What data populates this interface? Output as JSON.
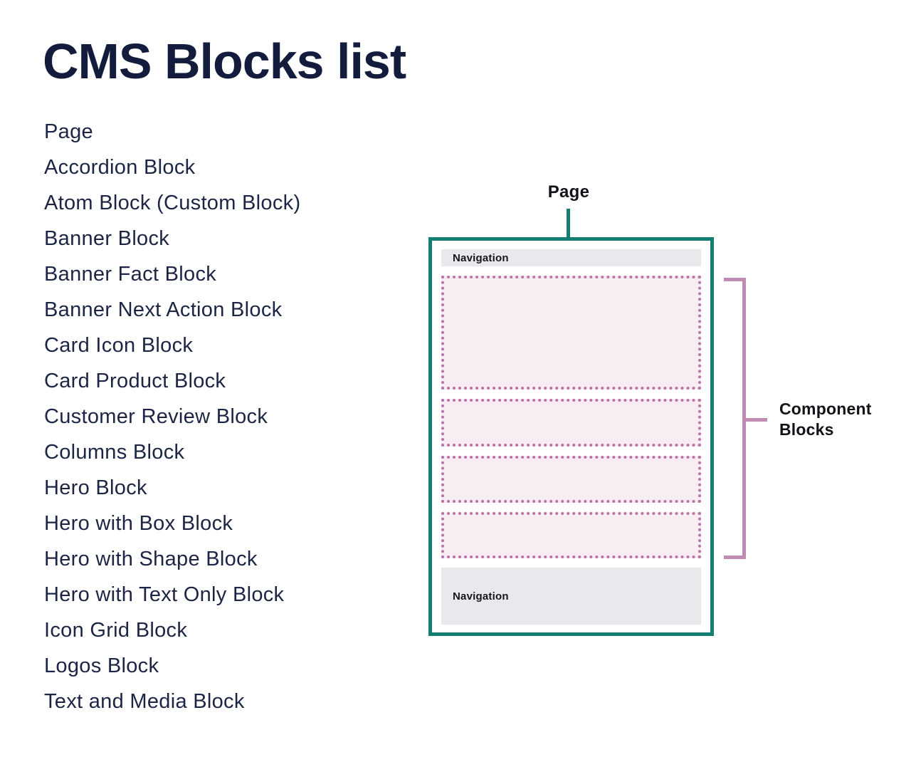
{
  "title": "CMS Blocks list",
  "block_list": {
    "items": [
      "Page",
      "Accordion Block",
      "Atom Block (Custom Block)",
      "Banner Block",
      "Banner Fact Block",
      "Banner Next Action Block",
      "Card Icon Block",
      "Card Product Block",
      "Customer Review Block",
      "Columns Block",
      "Hero Block",
      "Hero with Box Block",
      "Hero with Shape Block",
      "Hero with Text Only Block",
      "Icon Grid Block",
      "Logos Block",
      "Text and Media Block"
    ]
  },
  "diagram": {
    "page_label": "Page",
    "navigation_header_label": "Navigation",
    "navigation_footer_label": "Navigation",
    "component_blocks_label": "Component Blocks",
    "component_blocks_label_lines": [
      "Component",
      "Blocks"
    ],
    "component_block_count": 4,
    "colors": {
      "page_outline": "#147e72",
      "component_block_border": "#bb74a5",
      "component_block_fill": "#f7edf3",
      "navigation_fill": "#e9e9ed",
      "bracket": "#c18cb4",
      "heading_text": "#141c3e",
      "list_text": "#1d2545",
      "label_text": "#121318"
    }
  }
}
